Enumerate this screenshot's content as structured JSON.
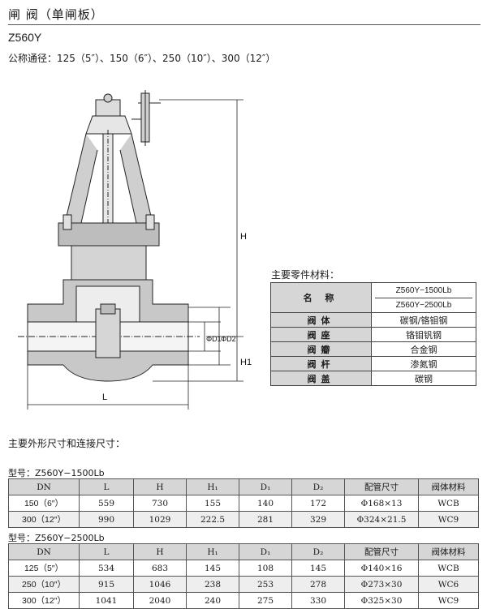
{
  "header": {
    "title": "闸 阀（单闸板）",
    "model": "Z560Y",
    "nominal": "公称通径：125（5″）、150（6″）、250（10″）、300（12″）"
  },
  "drawing": {
    "labels": {
      "H": "H",
      "H1": "H1",
      "L": "L",
      "D1": "ΦD1",
      "D2": "ΦD2"
    }
  },
  "parts": {
    "title": "主要零件材料：",
    "header": {
      "label": "名 称",
      "value1": "Z560Y−1500Lb",
      "value2": "Z560Y−2500Lb"
    },
    "rows": [
      {
        "label": "阀体",
        "value": "碳钢/铬钼钢"
      },
      {
        "label": "阀座",
        "value": "铬钼钒钢"
      },
      {
        "label": "阀瓣",
        "value": "合金钢"
      },
      {
        "label": "阀杆",
        "value": "渗氮钢"
      },
      {
        "label": "阀盖",
        "value": "碳钢"
      }
    ]
  },
  "dimensions": {
    "title": "主要外形尺寸和连接尺寸：",
    "columns": [
      "DN",
      "L",
      "H",
      "H₁",
      "D₁",
      "D₂",
      "配管尺寸",
      "阀体材料"
    ],
    "tables": [
      {
        "model_label": "型号：Z560Y−1500Lb",
        "rows": [
          [
            "150（6″）",
            "559",
            "730",
            "155",
            "140",
            "172",
            "Φ168×13",
            "WCB"
          ],
          [
            "300（12″）",
            "990",
            "1029",
            "222.5",
            "281",
            "329",
            "Φ324×21.5",
            "WC9"
          ]
        ]
      },
      {
        "model_label": "型号：Z560Y−2500Lb",
        "rows": [
          [
            "125（5″）",
            "534",
            "683",
            "145",
            "108",
            "145",
            "Φ140×16",
            "WCB"
          ],
          [
            "250（10″）",
            "915",
            "1046",
            "238",
            "253",
            "278",
            "Φ273×30",
            "WC6"
          ],
          [
            "300（12″）",
            "1041",
            "2040",
            "240",
            "275",
            "330",
            "Φ325×30",
            "WC9"
          ]
        ]
      }
    ]
  }
}
